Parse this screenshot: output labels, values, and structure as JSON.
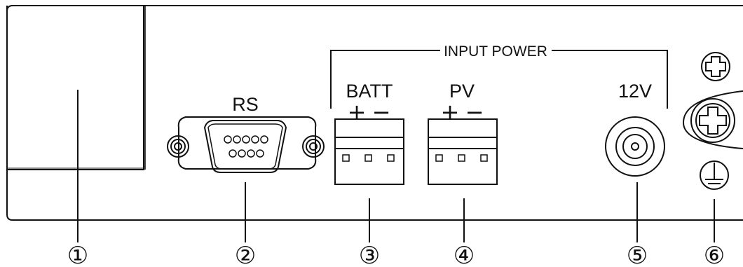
{
  "title": "",
  "connectors": {
    "rs_label": "RS",
    "batt_label": "BATT",
    "pv_label": "PV",
    "dc12v_label": "12V",
    "input_power_label": "INPUT POWER",
    "plus_sign": "+",
    "minus_sign": "−"
  },
  "callouts": [
    "①",
    "②",
    "③",
    "④",
    "⑤",
    "⑥"
  ],
  "icons": {
    "screw_small": "screw-icon",
    "screw_large": "screw-icon",
    "ground": "ground-icon",
    "db9": "db9-serial-port-icon",
    "terminal_block": "terminal-block-icon",
    "dc_jack": "dc-jack-icon"
  },
  "colors": {
    "stroke": "#111111",
    "background": "#ffffff"
  }
}
